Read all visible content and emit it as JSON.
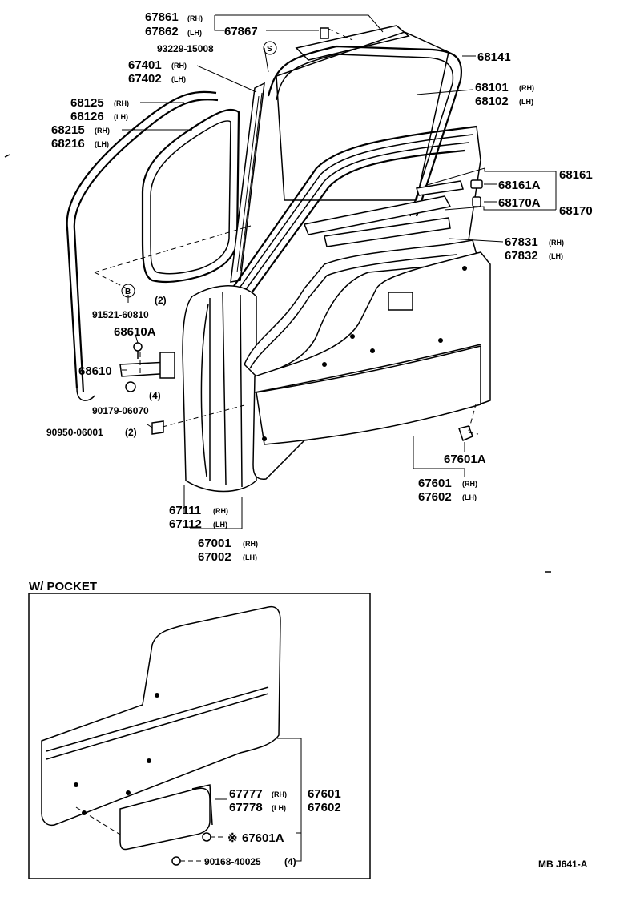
{
  "callouts": {
    "c67861": "67861",
    "c67862": "67862",
    "c67867": "67867",
    "c93229": "93229-15008",
    "s_mark": "S",
    "c67401": "67401",
    "c67402": "67402",
    "c68141": "68141",
    "c68101": "68101",
    "c68102": "68102",
    "c68125": "68125",
    "c68126": "68126",
    "c68215": "68215",
    "c68216": "68216",
    "c68161a": "68161A",
    "c68161": "68161",
    "c68170a": "68170A",
    "c68170": "68170",
    "c67831": "67831",
    "c67832": "67832",
    "b_mark": "B",
    "q2a": "(2)",
    "c91521": "91521-60810",
    "c68610a": "68610A",
    "c68610": "68610",
    "q4a": "(4)",
    "c90179": "90179-06070",
    "c90950": "90950-06001",
    "q2b": "(2)",
    "c67601a": "67601A",
    "c67601": "67601",
    "c67602": "67602",
    "c67111": "67111",
    "c67112": "67112",
    "c67001": "67001",
    "c67002": "67002"
  },
  "sides": {
    "rh": "(RH)",
    "lh": "(LH)",
    "rh2": "RH",
    "lh2": "LH"
  },
  "inset": {
    "title": "W/ POCKET",
    "c67777": "67777",
    "c67778": "67778",
    "rh": "(RH)",
    "lh": "(LH)",
    "c67601": "67601",
    "c67602": "67602",
    "c67601a": "67601A",
    "star": "※",
    "c90168": "90168-40025",
    "q4": "(4)"
  },
  "footer": {
    "ref": "MB  J641-A"
  }
}
